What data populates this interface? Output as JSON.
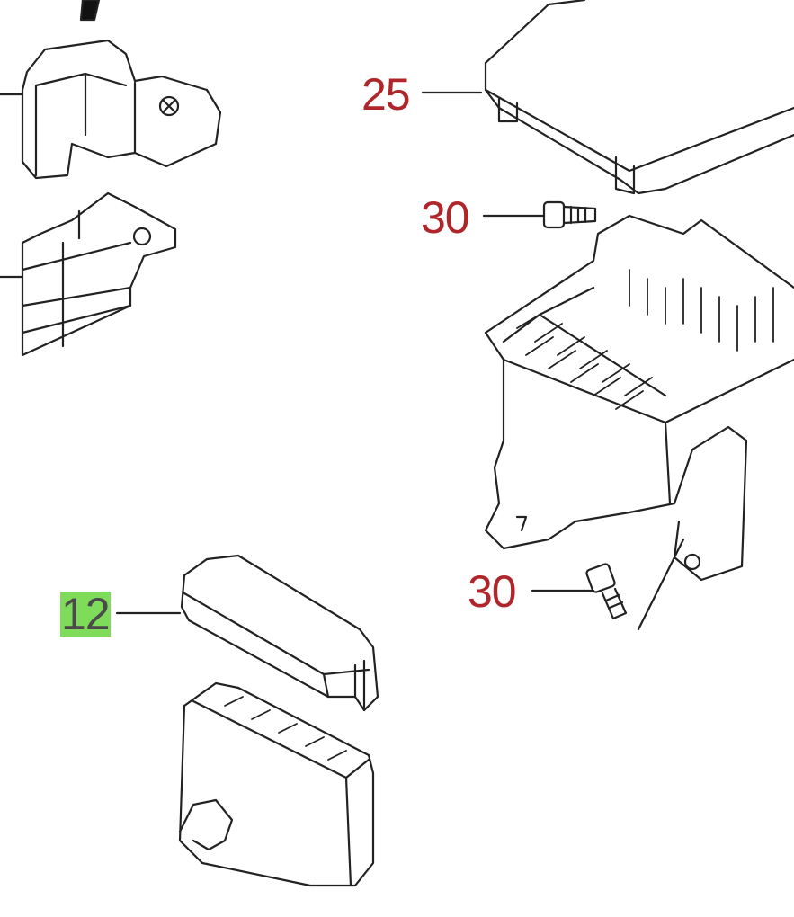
{
  "callouts": [
    {
      "id": "cover-top",
      "number": "25",
      "color": "#b0252a"
    },
    {
      "id": "bolt-upper",
      "number": "30",
      "color": "#b0252a"
    },
    {
      "id": "bolt-lower",
      "number": "30",
      "color": "#b0252a"
    },
    {
      "id": "cover-small",
      "number": "12",
      "color": "#4a4a4a",
      "highlight": "#7fdc5a"
    }
  ]
}
